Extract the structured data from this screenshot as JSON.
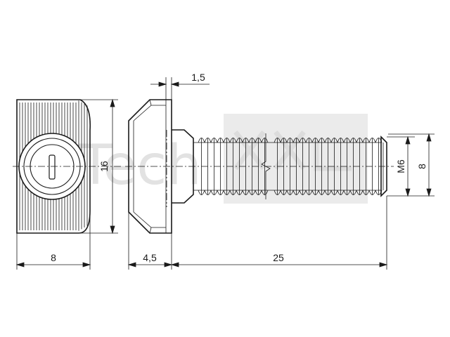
{
  "watermark": {
    "text": "Tech"
  },
  "dimensions": {
    "height_front": "16",
    "width_front": "8",
    "head_top": "1,5",
    "head_depth": "4,5",
    "shank_length": "25",
    "thread_label": "M6",
    "thread_dia": "8"
  }
}
